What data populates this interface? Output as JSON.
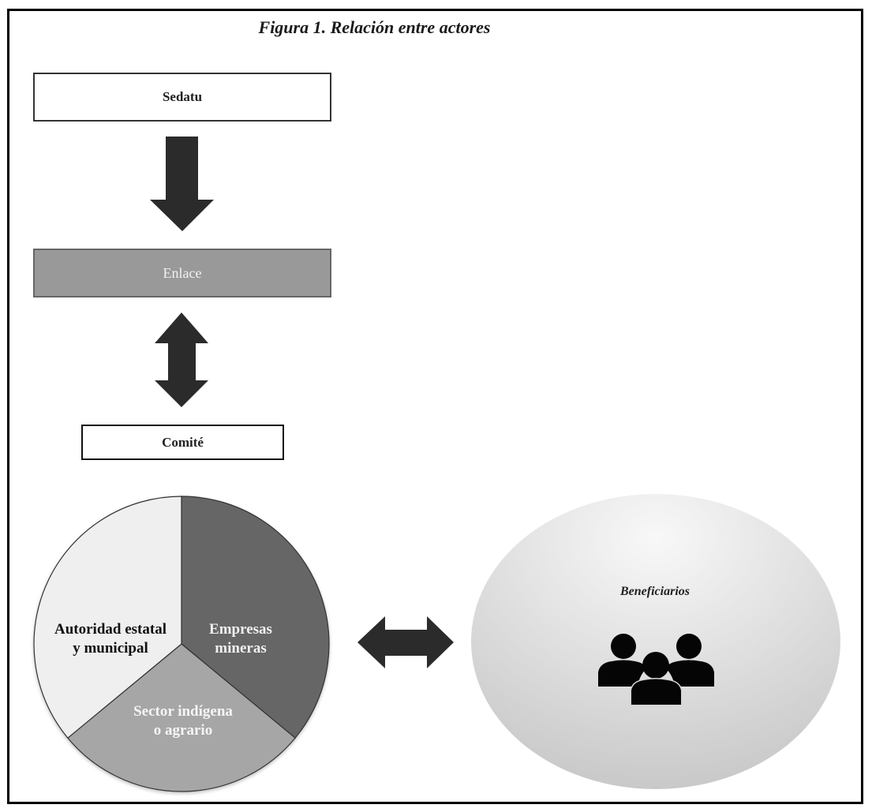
{
  "figure": {
    "title": "Figura 1. Relación entre actores"
  },
  "nodes": {
    "sedatu": "Sedatu",
    "enlace": "Enlace",
    "comite": "Comité",
    "beneficiarios": "Beneficiarios"
  },
  "icons": {
    "arrow_sedatu_enlace": "down-arrow-icon",
    "arrow_enlace_comite": "up-down-arrow-icon",
    "arrow_pie_beneficiarios": "left-right-arrow-icon",
    "beneficiarios_icon": "group-of-people-icon"
  },
  "pie": {
    "slices": [
      {
        "label_lines": [
          "Empresas",
          "mineras"
        ],
        "share": 0.36,
        "color": "#666666",
        "text_color": "#f0f0f0"
      },
      {
        "label_lines": [
          "Sector indígena",
          "o agrario"
        ],
        "share": 0.28,
        "color": "#a6a6a6",
        "text_color": "#f5f5f5"
      },
      {
        "label_lines": [
          "Autoridad estatal",
          "y municipal"
        ],
        "share": 0.36,
        "color": "#efefef",
        "text_color": "#111111"
      }
    ]
  },
  "colors": {
    "arrow": "#2b2b2b",
    "enlace_fill": "#999999",
    "ellipse_light": "#f7f7f7",
    "ellipse_dark": "#c9c9c9"
  }
}
